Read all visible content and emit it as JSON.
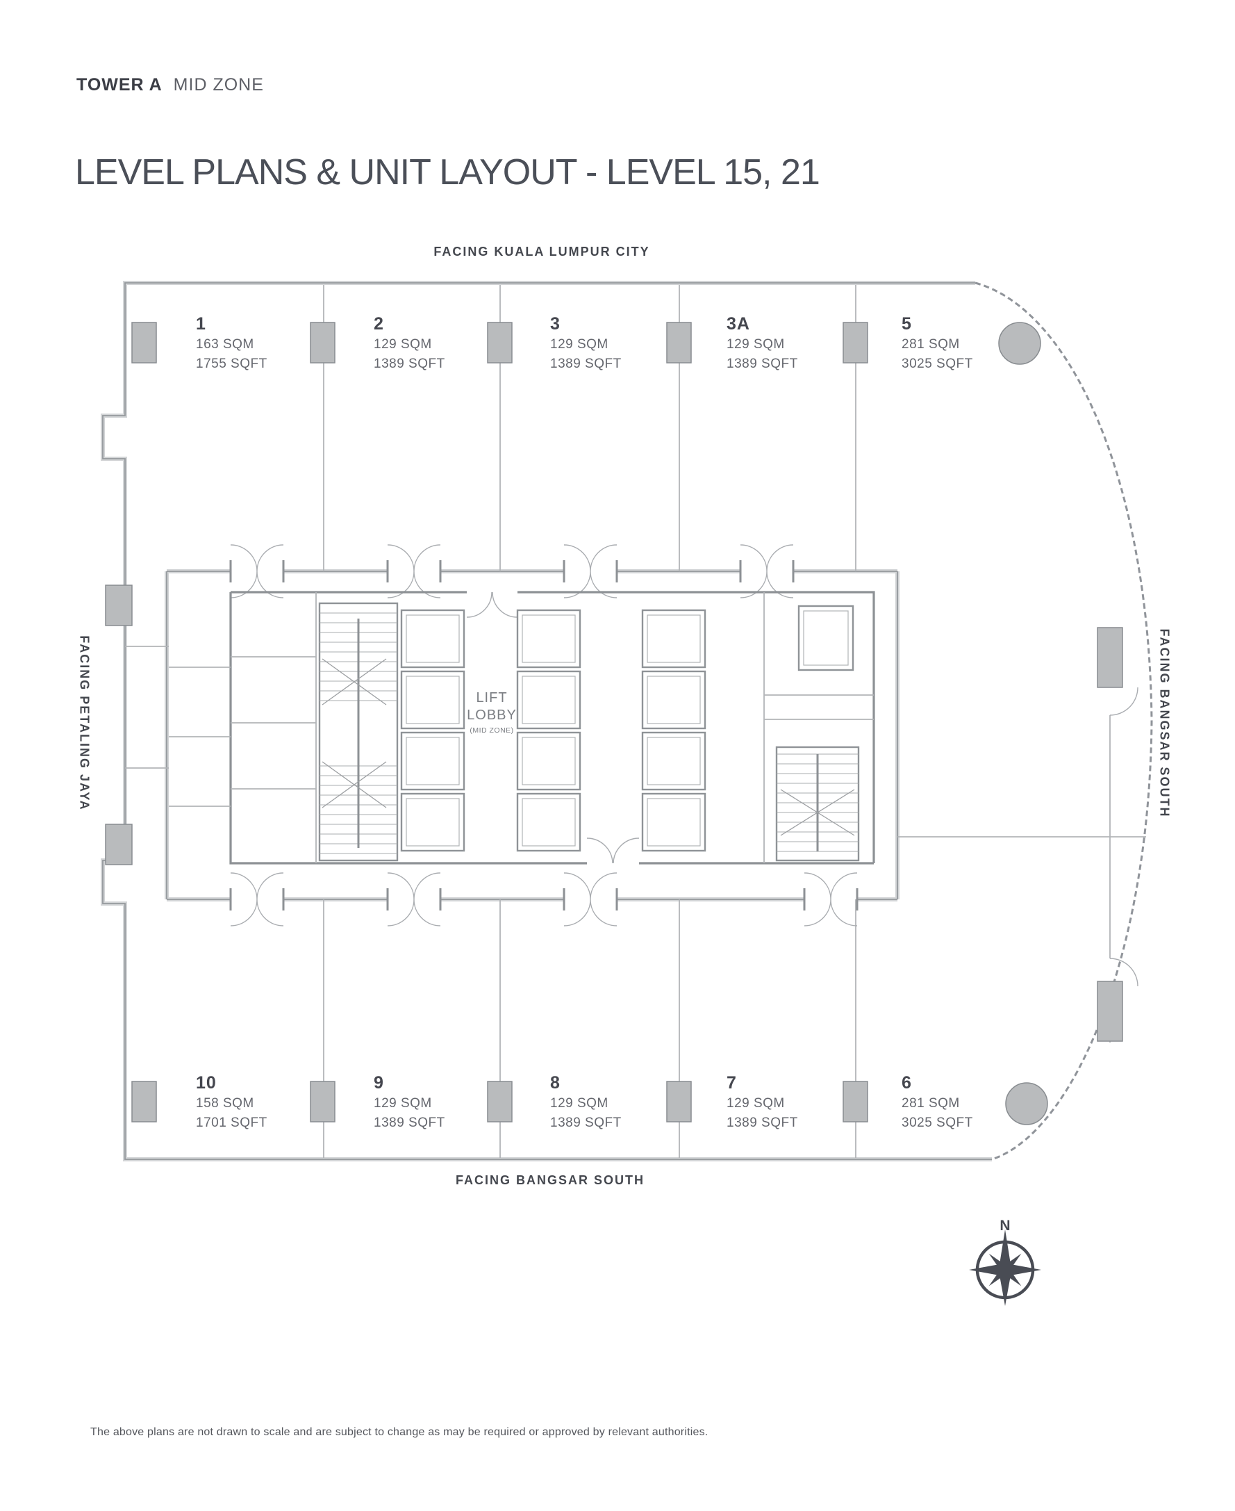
{
  "header": {
    "tower": "TOWER A",
    "zone": "MID ZONE",
    "title": "LEVEL PLANS & UNIT LAYOUT - LEVEL 15, 21"
  },
  "facing_labels": {
    "top": "FACING KUALA LUMPUR CITY",
    "left": "FACING PETALING JAYA",
    "right": "FACING BANGSAR SOUTH",
    "bottom": "FACING BANGSAR SOUTH"
  },
  "units_top": [
    {
      "id": "1",
      "sqm": "163 SQM",
      "sqft": "1755 SQFT"
    },
    {
      "id": "2",
      "sqm": "129 SQM",
      "sqft": "1389 SQFT"
    },
    {
      "id": "3",
      "sqm": "129 SQM",
      "sqft": "1389 SQFT"
    },
    {
      "id": "3A",
      "sqm": "129 SQM",
      "sqft": "1389 SQFT"
    },
    {
      "id": "5",
      "sqm": "281 SQM",
      "sqft": "3025 SQFT"
    }
  ],
  "units_bottom": [
    {
      "id": "10",
      "sqm": "158 SQM",
      "sqft": "1701 SQFT"
    },
    {
      "id": "9",
      "sqm": "129 SQM",
      "sqft": "1389 SQFT"
    },
    {
      "id": "8",
      "sqm": "129 SQM",
      "sqft": "1389 SQFT"
    },
    {
      "id": "7",
      "sqm": "129 SQM",
      "sqft": "1389 SQFT"
    },
    {
      "id": "6",
      "sqm": "281 SQM",
      "sqft": "3025 SQFT"
    }
  ],
  "core": {
    "lift_lobby_line1": "LIFT",
    "lift_lobby_line2": "LOBBY",
    "lift_lobby_line3": "(MID ZONE)"
  },
  "compass": {
    "north_label": "N"
  },
  "footnote": "The above plans are not drawn to scale and are subject to change as may be required or approved by relevant authorities.",
  "colors": {
    "text_dark": "#45474f",
    "text_muted": "#65676e",
    "wall_gray": "#94989c",
    "core_wall": "#8d9195",
    "column_fill": "#b9bbbd",
    "compass": "#494c54"
  }
}
